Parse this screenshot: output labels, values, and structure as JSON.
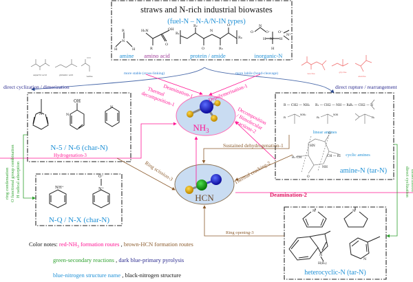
{
  "top_box": {
    "title": "straws and N-rich industrial biowastes",
    "subtitle": "(fuel-N  –  N-A/N-IN types)",
    "labels": {
      "amine": "amine",
      "amino_acid": "amino acid",
      "protein": "protein / amide",
      "inorganic": "inorganic-N"
    }
  },
  "branch_labels": {
    "stable": "more stable  (cross-linking)",
    "labile": "more labile  (bond-cleavage)"
  },
  "small_molecules_left": [
    "aspartic acid",
    "glutamic acid",
    "valine"
  ],
  "small_molecules_right": [
    "leucine",
    "glycine",
    "alanine"
  ],
  "primary": {
    "left": "direct cyclization / dimerization",
    "right": "direct rupture / rearrangement"
  },
  "boxes": {
    "n5n6": "N-5 / N-6 (char-N)",
    "nqnx": "N-Q / N-X (char-N)",
    "amine_n": "amine-N (tar-N)",
    "heterocyclic": "heterocyclic-N (tar-N)",
    "linear_amines": "linear amines",
    "cyclic_amines": "cyclic amines"
  },
  "species": {
    "nh3": "NH",
    "nh3_sub": "3",
    "hcn": "HCN"
  },
  "routes": {
    "deamination1": "Deamination-1",
    "thermal_decomp1": [
      "Thermal",
      "decomposition-1"
    ],
    "depolymerisation1": "Depolymerisation-1",
    "decomp_bimol2": [
      "Decomposition",
      "/ Bimolecular",
      "reactions-2"
    ],
    "hydrogenation3": "Hydrogenation-3",
    "sustained_dehydro1": "Sustained dehydrogenation-1",
    "ring_scission3": "Ring scission-3",
    "thermal_cracking2": "Thermal cracking-2",
    "deamination2": "Deamination-2",
    "ring_opening3": "Ring opening-3"
  },
  "secondary": {
    "left": [
      "ring condensation",
      "O functional group combination",
      "H radical adsorption"
    ],
    "right": [
      "direct cyclization",
      "dimerization"
    ]
  },
  "color_notes": {
    "prefix": "Color notes: ",
    "red_a": "red-NH",
    "red_sub": "3",
    "red_b": " formation routes",
    "sep": " , ",
    "brown": "brown-HCN formation routes",
    "green": "green-secondary reactions",
    "navy": "dark blue-primary pyrolysis",
    "blue": "blue-nitrogen structure name",
    "black": "black-nitrogen structure"
  },
  "colors": {
    "nh3_route": "#ff1493",
    "hcn_route": "#8b5a2b",
    "secondary": "#2ca02c",
    "primary": "#2b2b8f",
    "structure_name": "#1e90d6",
    "ellipse_fill": "#c9dcf2"
  }
}
